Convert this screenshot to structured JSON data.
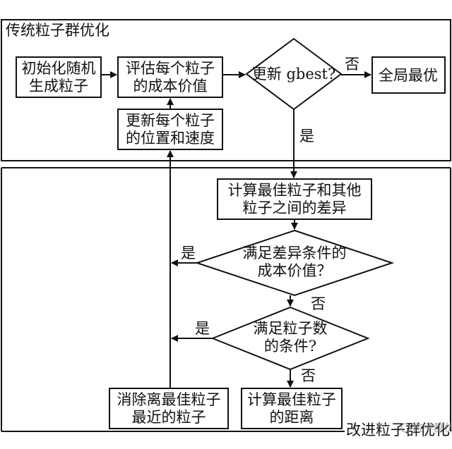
{
  "sections": {
    "traditional": "传统粒子群优化",
    "improved": "改进粒子群优化"
  },
  "nodes": {
    "init": [
      "初始化随机",
      "生成粒子"
    ],
    "evaluate": [
      "评估每个粒子",
      "的成本价值"
    ],
    "decision_gbest": "更新 gbest?",
    "global_best": "全局最优",
    "update": [
      "更新每个粒子",
      "的位置和速度"
    ],
    "diff": [
      "计算最佳粒子和其他",
      "粒子之间的差异"
    ],
    "decision_diff": [
      "满足差异条件的",
      "成本价值？"
    ],
    "decision_count": [
      "满足粒子数",
      "的条件?"
    ],
    "remove": [
      "消除离最佳粒子",
      "最近的粒子"
    ],
    "distance": [
      "计算最佳粒子",
      "的距离"
    ]
  },
  "edges": {
    "gbest_no": "否",
    "gbest_yes": "是",
    "diff_yes": "是",
    "diff_no": "否",
    "count_yes": "是",
    "count_no": "否"
  },
  "watermark": "粒子群优化"
}
